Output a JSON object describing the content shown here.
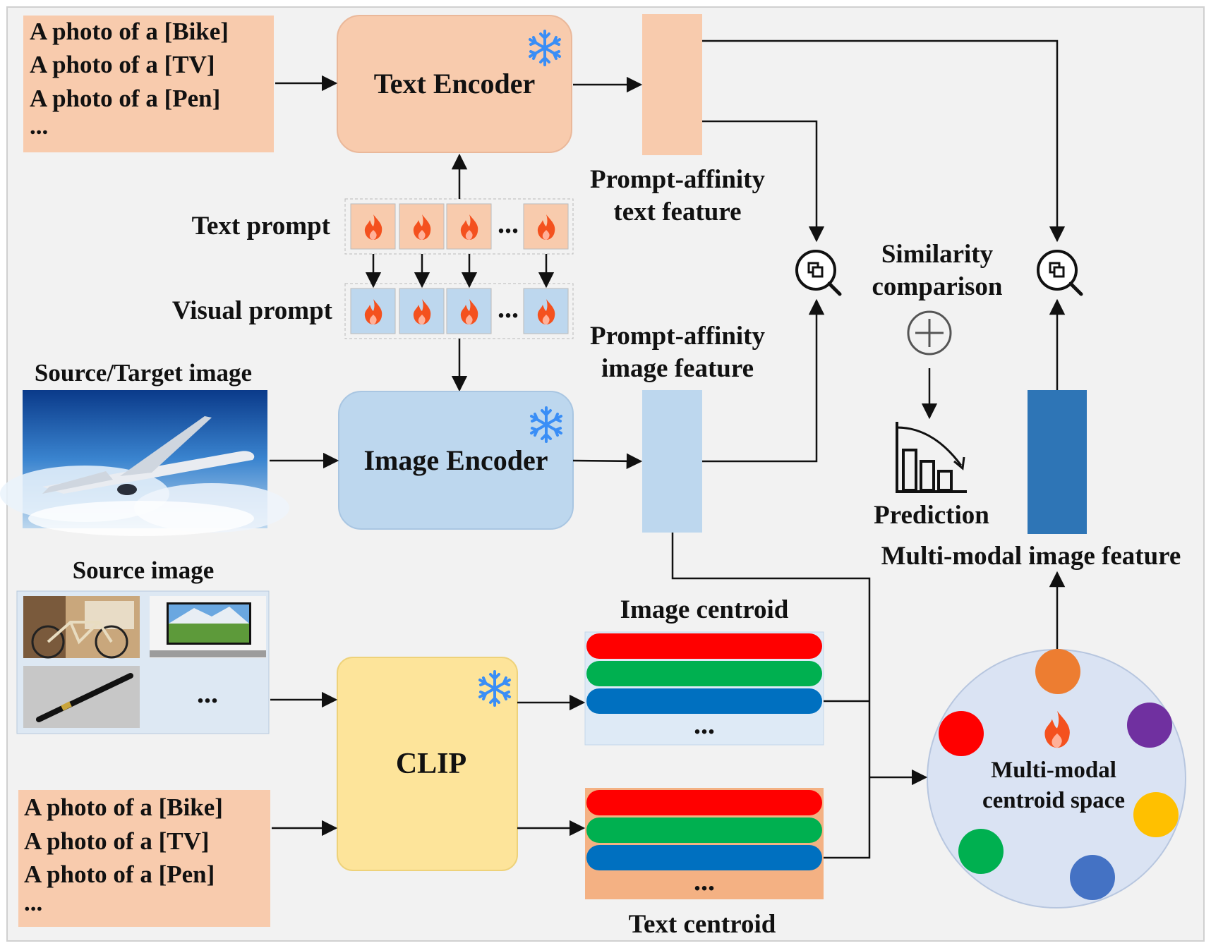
{
  "top_prompts": {
    "lines": [
      "A photo of a [Bike]",
      "A photo of a [TV]",
      "A photo of a [Pen]",
      "..."
    ]
  },
  "text_encoder": {
    "label": "Text Encoder",
    "frozen_icon": "snowflake-icon"
  },
  "image_encoder": {
    "label": "Image Encoder",
    "frozen_icon": "snowflake-icon"
  },
  "clip": {
    "label": "CLIP",
    "frozen_icon": "snowflake-icon"
  },
  "text_prompt": {
    "label": "Text prompt",
    "token_icon": "flame-icon",
    "ellipsis": "..."
  },
  "visual_prompt": {
    "label": "Visual prompt",
    "token_icon": "flame-icon",
    "ellipsis": "..."
  },
  "source_target_image": {
    "label": "Source/Target image",
    "content": "airplane-photo"
  },
  "source_image": {
    "label": "Source image",
    "thumbnails": [
      "bike-photo",
      "tv-photo",
      "pen-photo"
    ],
    "ellipsis": "..."
  },
  "bottom_prompts": {
    "lines": [
      "A photo of a [Bike]",
      "A photo of a [TV]",
      "A photo of a [Pen]",
      "..."
    ]
  },
  "prompt_affinity_text_feature": {
    "line1": "Prompt-affinity",
    "line2": "text feature"
  },
  "prompt_affinity_image_feature": {
    "line1": "Prompt-affinity",
    "line2": "image feature"
  },
  "similarity_comparison": {
    "line1": "Similarity",
    "line2": "comparison",
    "icon": "magnifier-compare-icon",
    "plus_icon": "circled-plus-icon"
  },
  "prediction": {
    "label": "Prediction",
    "icon": "bar-chart-icon"
  },
  "multimodal_image_feature": {
    "label": "Multi-modal image feature"
  },
  "image_centroid": {
    "label": "Image centroid",
    "ellipsis": "..."
  },
  "text_centroid": {
    "label": "Text centroid",
    "ellipsis": "..."
  },
  "centroid_space": {
    "line1": "Multi-modal",
    "line2": "centroid space",
    "icon": "flame-icon"
  },
  "colors": {
    "peach": "#f8cbad",
    "light_blue": "#bdd7ee",
    "yellow": "#fde49a",
    "dark_blue": "#2e75b6",
    "red": "#ff0000",
    "green": "#00b050",
    "blue": "#0070c0",
    "orange": "#ed7d31",
    "purple": "#7030a0",
    "gold": "#ffc000",
    "steel_blue": "#4472c4",
    "snowflake": "#3a8ef6",
    "flame": "#f4511e"
  }
}
